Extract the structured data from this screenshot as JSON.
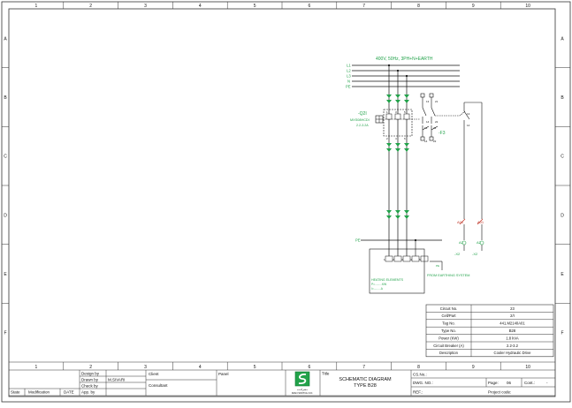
{
  "grid": {
    "columns": [
      "1",
      "2",
      "3",
      "4",
      "5",
      "6",
      "7",
      "8",
      "9",
      "10"
    ],
    "rows": [
      "A",
      "B",
      "C",
      "D",
      "E",
      "F"
    ]
  },
  "schematic": {
    "supply_label": "400V, 50Hz, 3PH+N+EARTH",
    "bus_labels": [
      "L1",
      "L2",
      "L3",
      "N",
      "PE"
    ],
    "breaker_tag": "-Q2I",
    "breaker_model": "MXS08HCDI",
    "breaker_range": "2.2-3.2A",
    "contact_no_labels": [
      "13",
      "14"
    ],
    "contact_nc_labels": [
      "21",
      "22"
    ],
    "aux_label": "-F3",
    "aux_terms": [
      "13",
      "14",
      "21",
      "22"
    ],
    "breaker_terms_top": [
      "1",
      "3",
      "5"
    ],
    "breaker_terms_bottom": [
      "2",
      "4",
      "6"
    ],
    "relay_terms": [
      "13",
      "14"
    ],
    "pe_label": "PE",
    "terminal_numbers": [
      "1",
      "2",
      "3",
      "4",
      "5"
    ],
    "pe_terminal": "PE",
    "heating_elements_label": "HEATING ELEMENTS",
    "heating_p_line": "P=.........KW",
    "heating_i_line": "I=.........A",
    "earthing_label": "FROM EARTHING SYSTEM",
    "term_a1": "A01",
    "term_a2": "A01",
    "x2_left": "A2",
    "x2_right": "A2",
    "x2_tag_left": "-X2",
    "x2_tag_right": "-X2"
  },
  "info_table": {
    "rows": [
      {
        "label": "Circuit No.",
        "value": "23"
      },
      {
        "label": "Cell/Part",
        "value": "2/I"
      },
      {
        "label": "Tag No.",
        "value": "441.M2140A01"
      },
      {
        "label": "Type No.",
        "value": "B28"
      },
      {
        "label": "Power (KW)",
        "value": "1.8 kVA"
      },
      {
        "label": "Circuit Breaker (A)",
        "value": "2.2-3.2"
      },
      {
        "label": "Description",
        "value": "Cooler Hydraulic Drive"
      }
    ]
  },
  "title_block": {
    "design_by": "Design by",
    "drawn_by": "Drawn by",
    "drawn_by_value": "M.SIVARI",
    "check_by": "Check by",
    "app_by": "App. by",
    "state": "State",
    "modification": "Modification",
    "date": "DATE",
    "client": "Client",
    "consultant": "Consultant",
    "panel": "Panel",
    "title_label": "Title",
    "title_line1": "SCHEMATIC DIAGRAM",
    "title_line2": "TYPE B28",
    "logo_sub1": "«شرکت»",
    "logo_sub2": "IRAN SWITCH CO.",
    "cs_no": "CS.No.:",
    "dwg_no": "DWG. NO.:",
    "ref": "REF.:",
    "page_label": "Page:",
    "page_value": "06",
    "cont_label": "Cont.:",
    "cont_value": "-",
    "project_code": "Project code:"
  },
  "colors": {
    "line": "#111111",
    "accent": "#22a24a",
    "bus": "#111111"
  }
}
